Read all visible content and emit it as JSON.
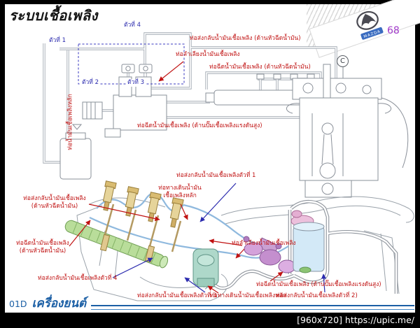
{
  "slide": {
    "title": "ระบบเชื้อเพลิง",
    "page_number": "68",
    "logo_text": "MAZDA"
  },
  "upper": {
    "tua1": "ตัวที่ 1",
    "tua2": "ตัวที่ 2",
    "tua3": "ตัวที่ 3",
    "tua4": "ตัวที่ 4",
    "return_pipe_injector_side": "ท่อส่งกลับน้ำมันเชื้อเพลิง (ด้านหัวฉีดน้ำมัน)",
    "delivery_pipe": "ท่อลำเลียงน้ำมันเชื้อเพลิง",
    "injection_pipe_injector_side": "ท่อฉีดน้ำมันเชื้อเพลิง (ด้านหัวฉีดน้ำมัน)",
    "main_fuel_pipe": "ท่อน้ำมันเชื้อเพลิงหลัก",
    "injection_pipe_pump_side": "ท่อฉีดน้ำมันเชื้อเพลิง (ด้านปั๊มเชื้อเพลิงแรงดันสูง)",
    "marker_c": "C"
  },
  "lower": {
    "return_line_1": "ท่อส่งกลับน้ำมันเชื้อเพลิงตัวที่ 1",
    "main_passage_line1": "ท่อทางเดินน้ำมัน",
    "main_passage_line2": "เชื้อเพลิงหลัก",
    "return_injector_side_line1": "ท่อส่งกลับน้ำมันเชื้อเพลิง",
    "return_injector_side_line2": "(ด้านหัวฉีดน้ำมัน)",
    "injection_injector_side_line1": "ท่อฉีดน้ำมันเชื้อเพลิง",
    "injection_injector_side_line2": "(ด้านหัวฉีดน้ำมัน)",
    "delivery_pipe": "ท่อลำเลียงน้ำมันเชื้อเพลิง",
    "return_line_4": "ท่อส่งกลับน้ำมันเชื้อเพลิงตัวที่ 4",
    "injection_pipe_pump_side": "ท่อฉีดน้ำมันเชื้อเพลิง (ด้านปั๊มเชื้อเพลิงแรงดันสูง)",
    "return_line_3": "ท่อส่งกลับน้ำมันเชื้อเพลิงตัวที่ 3",
    "main_passage_bottom": "ท่อทางเดินน้ำมันเชื้อเพลิงหลัก",
    "return_line_2": "ท่อส่งกลับน้ำมันเชื้อเพลิงตัวที่ 2)"
  },
  "footer": {
    "code": "01D",
    "title": "เครื่องยนต์",
    "watermark": "[960x720] https://upic.me/"
  },
  "colors": {
    "label_red": "#c01212",
    "label_blue": "#2a2aae",
    "footer_blue": "#1b5fa5",
    "page_purple": "#a039c9"
  }
}
